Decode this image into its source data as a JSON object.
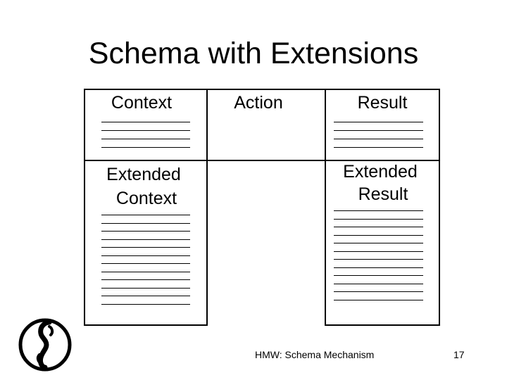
{
  "slide": {
    "title": "Schema with Extensions"
  },
  "diagram": {
    "context_label": "Context",
    "action_label": "Action",
    "result_label": "Result",
    "extended_context_line1": "Extended",
    "extended_context_line2": "Context",
    "extended_result_line1": "Extended",
    "extended_result_line2": "Result",
    "context_rule_count": 4,
    "result_rule_count": 4,
    "extended_context_rule_count": 12,
    "extended_result_rule_count": 12
  },
  "footer": {
    "caption": "HMW: Schema Mechanism",
    "page_number": "17"
  },
  "logo": {
    "icon": "stylized-s-logo-icon"
  }
}
